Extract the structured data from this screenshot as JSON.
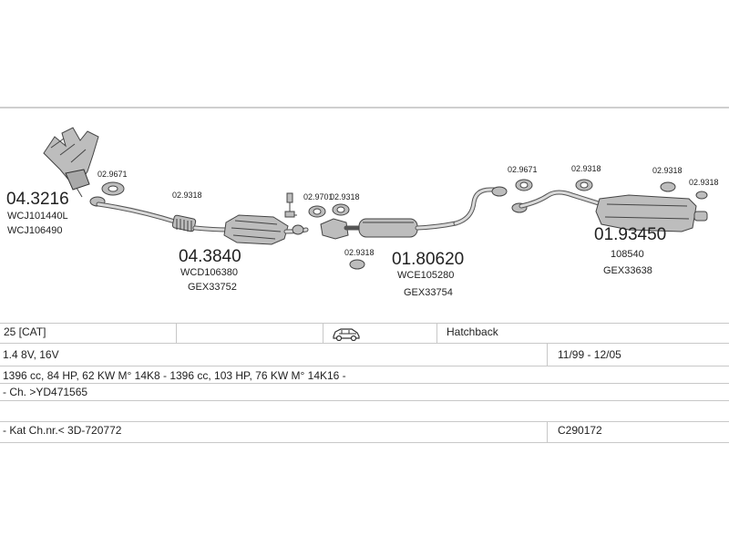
{
  "parts": {
    "p1": {
      "number": "04.3216",
      "refs": [
        "WCJ101440L",
        "WCJ106490"
      ]
    },
    "p2": {
      "number": "04.3840",
      "refs": [
        "WCD106380",
        "GEX33752"
      ]
    },
    "p3": {
      "number": "01.80620",
      "refs": [
        "WCE105280",
        "GEX33754"
      ]
    },
    "p4": {
      "number": "01.93450",
      "refs": [
        "108540",
        "GEX33638"
      ]
    }
  },
  "small_parts": {
    "a": "02.9671",
    "b": "02.9318",
    "c": "02.9701",
    "d": "02.9318",
    "e": "02.9318",
    "f": "02.9671",
    "g": "02.9318",
    "h": "02.9318",
    "i": "02.9318"
  },
  "table": {
    "row1": {
      "model": "25  [CAT]",
      "body_type": "Hatchback"
    },
    "row2": {
      "engine": "1.4 8V, 16V",
      "years": "11/99 - 12/05"
    },
    "row3": {
      "details": "1396 cc, 84 HP, 62 KW M° 14K8 - 1396 cc, 103 HP, 76 KW M° 14K16 -"
    },
    "row4": {
      "chassis": "- Ch. >YD471565"
    },
    "row5": {
      "kat": "- Kat Ch.nr.< 3D-720772",
      "code": "C290172"
    }
  }
}
